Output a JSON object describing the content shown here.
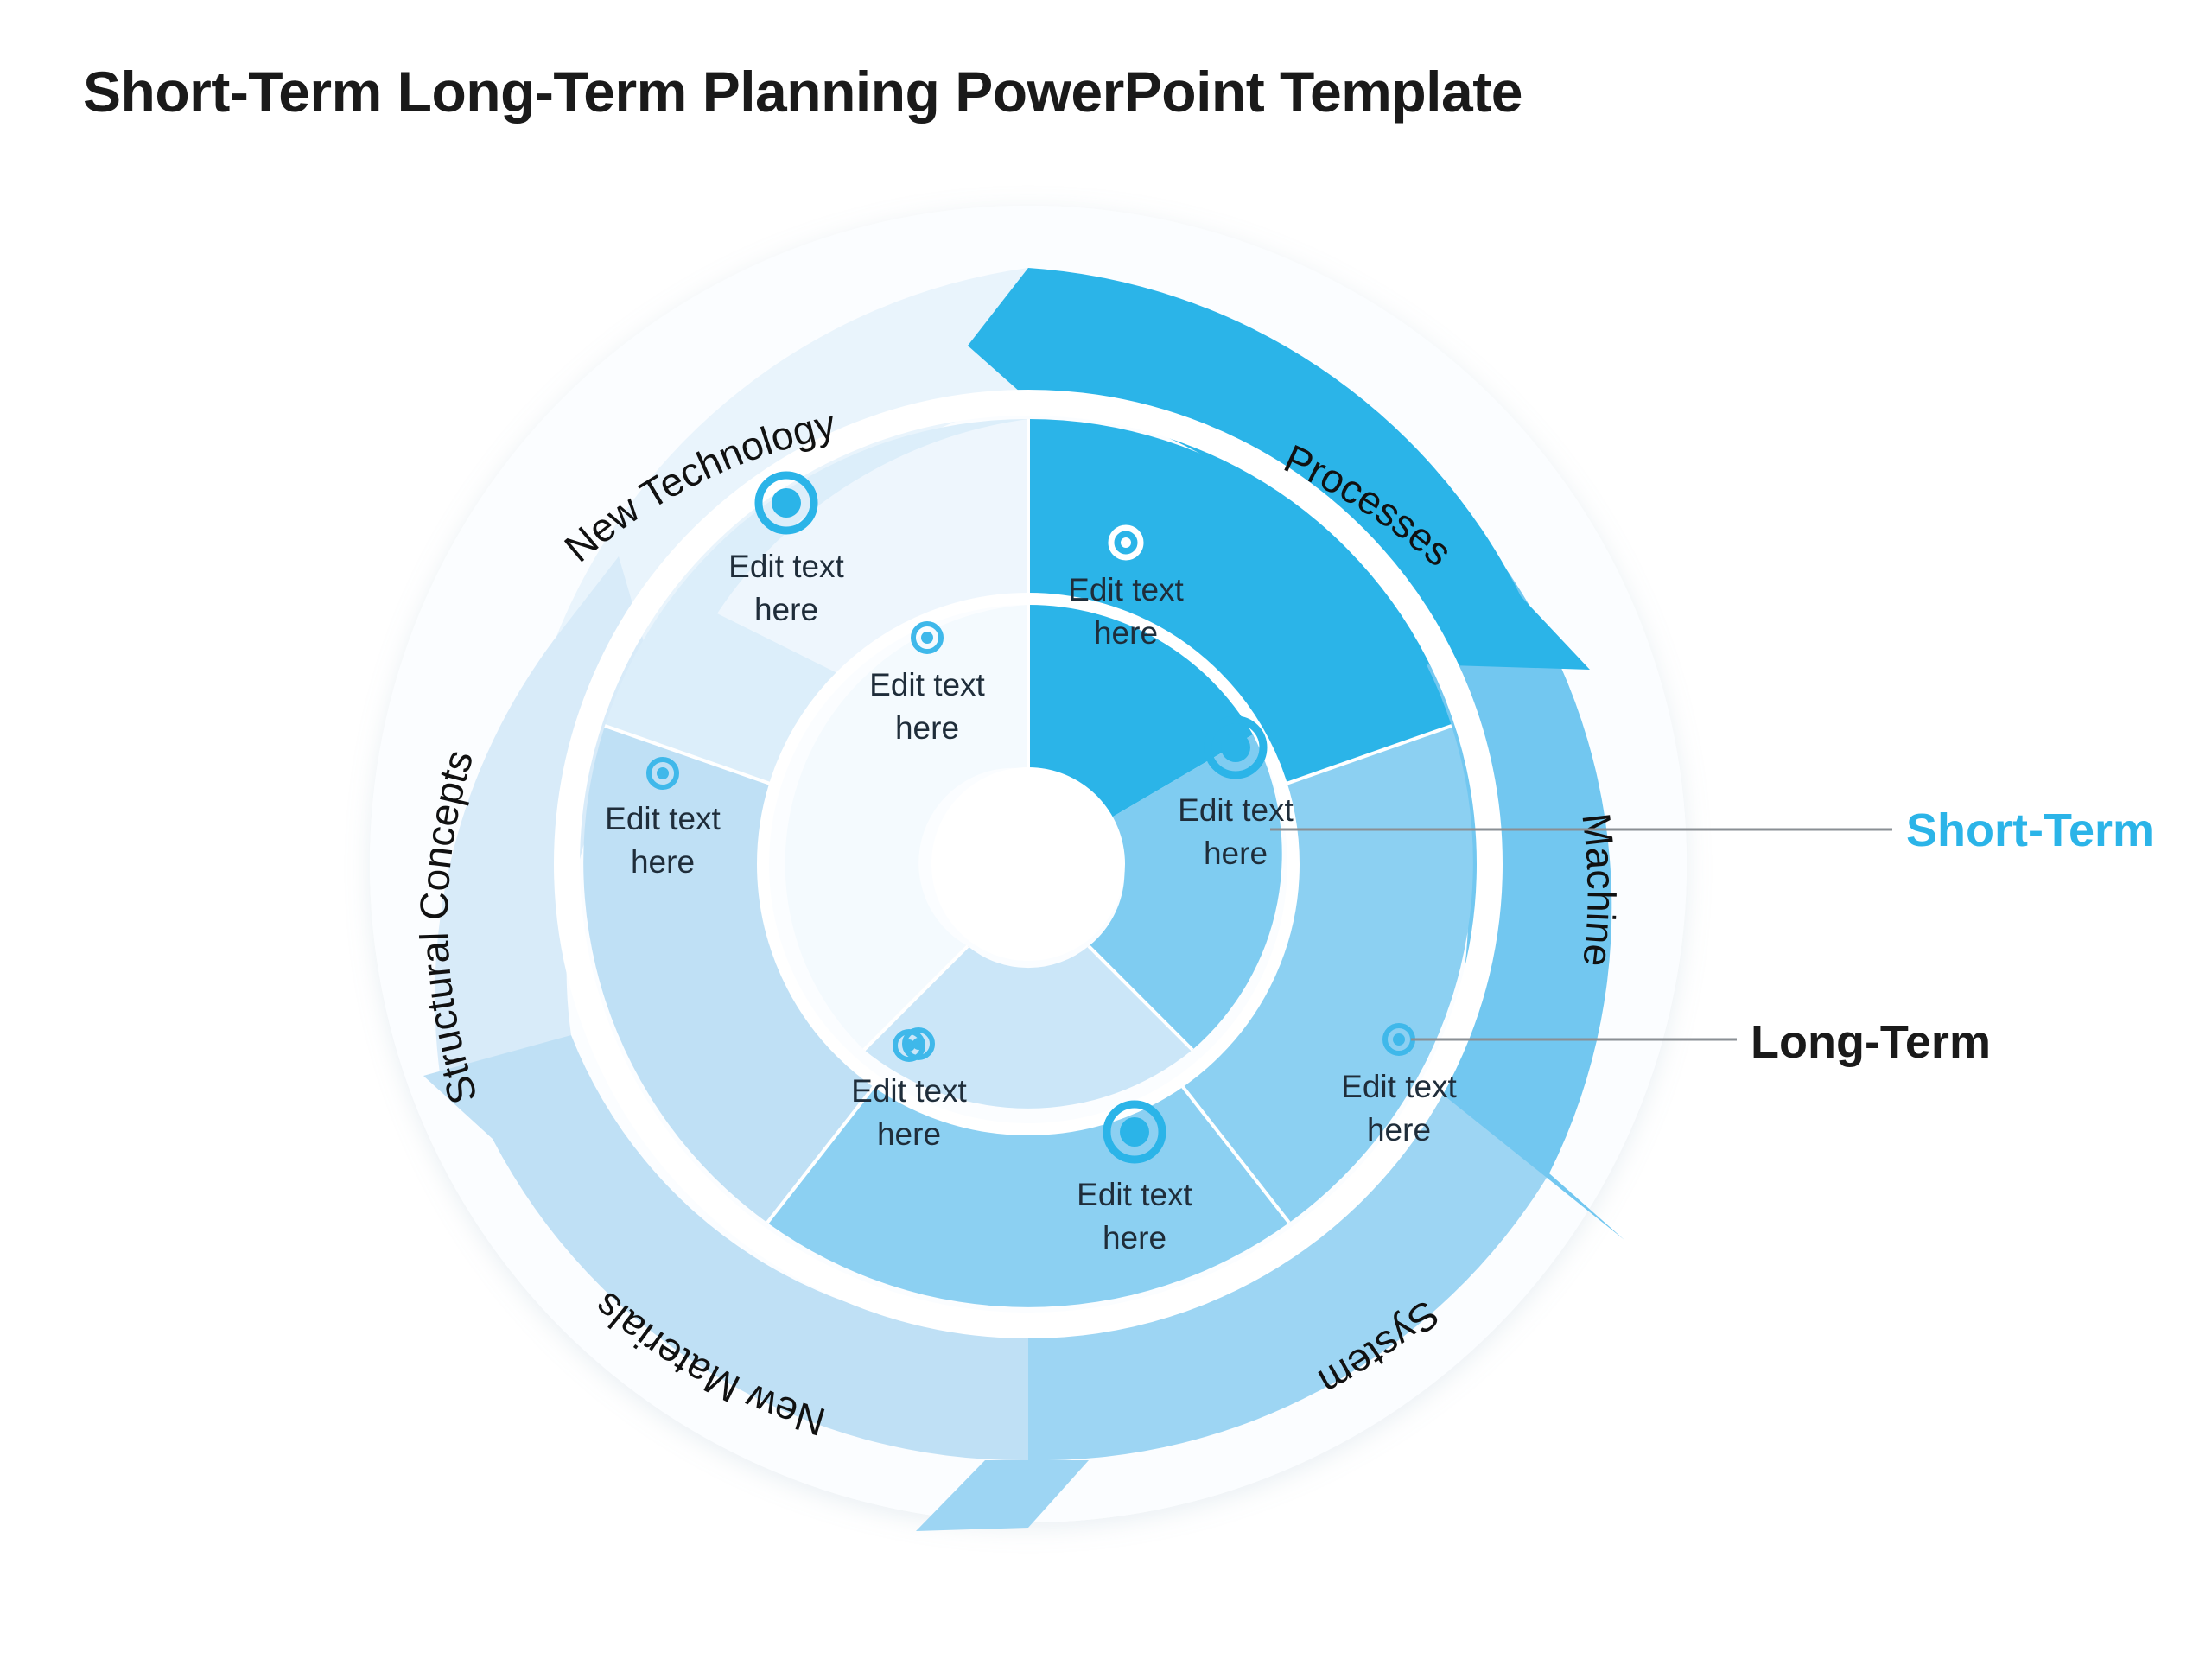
{
  "title": "Short-Term Long-Term Planning PowerPoint Template",
  "colors": {
    "accent_bright": "#2BB4E8",
    "accent_mid": "#72C7F0",
    "accent_light": "#BFE0F5",
    "accent_pale": "#E2F0FB",
    "accent_palest": "#EFF7FD",
    "near_white": "#F7FBFE",
    "text_dark": "#1F2D3A",
    "title_color": "#1A1A1A",
    "leader_line": "#8A8F94",
    "marker_ring": "#2BB4E8"
  },
  "outer_ring": {
    "segments": [
      {
        "label": "Processes",
        "fill": "#2BB4E8",
        "start_deg": -90,
        "end_deg": -18
      },
      {
        "label": "Machine",
        "fill": "#72C7F0",
        "start_deg": -18,
        "end_deg": 54
      },
      {
        "label": "System",
        "fill": "#9DD5F3",
        "start_deg": 54,
        "end_deg": 126
      },
      {
        "label": "New Materials",
        "fill": "#BFE0F5",
        "start_deg": 126,
        "end_deg": 198
      },
      {
        "label": "Structural Concepts",
        "fill": "#D8EBF9",
        "start_deg": 198,
        "end_deg": 234
      },
      {
        "label": "New Technology",
        "fill": "#E9F4FC",
        "start_deg": 234,
        "end_deg": 270
      }
    ],
    "label_order": [
      "New Technology",
      "Processes",
      "Machine",
      "System",
      "New Materials",
      "Structural Concepts"
    ]
  },
  "middle_ring": {
    "cells": [
      {
        "text_line1": "Edit text",
        "text_line2": "here",
        "fill": "#2BB4E8",
        "marker": "small-ring",
        "marker_style": "light"
      },
      {
        "text_line1": "Edit text",
        "text_line2": "here",
        "fill": "#8CD0F2",
        "marker": "none",
        "marker_style": "none"
      },
      {
        "text_line1": "Edit text",
        "text_line2": "here",
        "fill": "#8CD0F2",
        "marker": "small-ring",
        "marker_style": "blue"
      },
      {
        "text_line1": "Edit text",
        "text_line2": "here",
        "fill": "#BFE0F5",
        "marker": "large-ring",
        "marker_style": "blue"
      },
      {
        "text_line1": "Edit text",
        "text_line2": "here",
        "fill": "#CFE7F8",
        "marker": "small-ring",
        "marker_style": "blue"
      },
      {
        "text_line1": "Edit text",
        "text_line2": "here",
        "fill": "#EEF6FD",
        "marker": "large-ring",
        "marker_style": "blue"
      }
    ]
  },
  "inner_ring": {
    "cells": [
      {
        "text_line1": "Edit text",
        "text_line2": "here",
        "fill": "#D9EDFA",
        "marker": "large-ring"
      },
      {
        "text_line1": "Edit text",
        "text_line2": "here",
        "fill": "#F4FAFE",
        "marker": "small-ring"
      },
      {
        "text_line1": "Edit text",
        "text_line2": "here",
        "fill": "#F7FBFE",
        "marker": "small-ring"
      }
    ]
  },
  "text_cells": {
    "line1": "Edit text",
    "line2": "here"
  },
  "legend": [
    {
      "label": "Short-Term",
      "color": "#2BB4E8"
    },
    {
      "label": "Long-Term",
      "color": "#1A1A1A"
    }
  ],
  "chart_data": {
    "type": "pie",
    "title": "Short-Term Long-Term Planning PowerPoint Template",
    "subtitle": "",
    "xlabel": "",
    "ylabel": "",
    "legend_position": "right",
    "grid": false,
    "categories": [
      "Processes",
      "Machine",
      "System",
      "New Materials",
      "Structural Concepts",
      "New Technology"
    ],
    "values": [
      20,
      20,
      20,
      20,
      10,
      10
    ],
    "rings": [
      {
        "name": "Outer arrow ring (categories)",
        "labels": [
          "New Technology",
          "Processes",
          "Machine",
          "System",
          "New Materials",
          "Structural Concepts"
        ],
        "colors": [
          "#E9F4FC",
          "#2BB4E8",
          "#72C7F0",
          "#9DD5F3",
          "#BFE0F5",
          "#D8EBF9"
        ]
      },
      {
        "name": "Middle ring (content cells)",
        "labels": [
          "Edit text here",
          "Edit text here",
          "Edit text here",
          "Edit text here",
          "Edit text here",
          "Edit text here"
        ],
        "colors": [
          "#2BB4E8",
          "#8CD0F2",
          "#8CD0F2",
          "#BFE0F5",
          "#CFE7F8",
          "#EEF6FD"
        ]
      },
      {
        "name": "Inner ring (content cells)",
        "labels": [
          "Edit text here",
          "Edit text here",
          "Edit text here"
        ],
        "colors": [
          "#D9EDFA",
          "#F4FAFE",
          "#F7FBFE"
        ]
      }
    ],
    "annotations": [
      "Short-Term",
      "Long-Term"
    ]
  }
}
